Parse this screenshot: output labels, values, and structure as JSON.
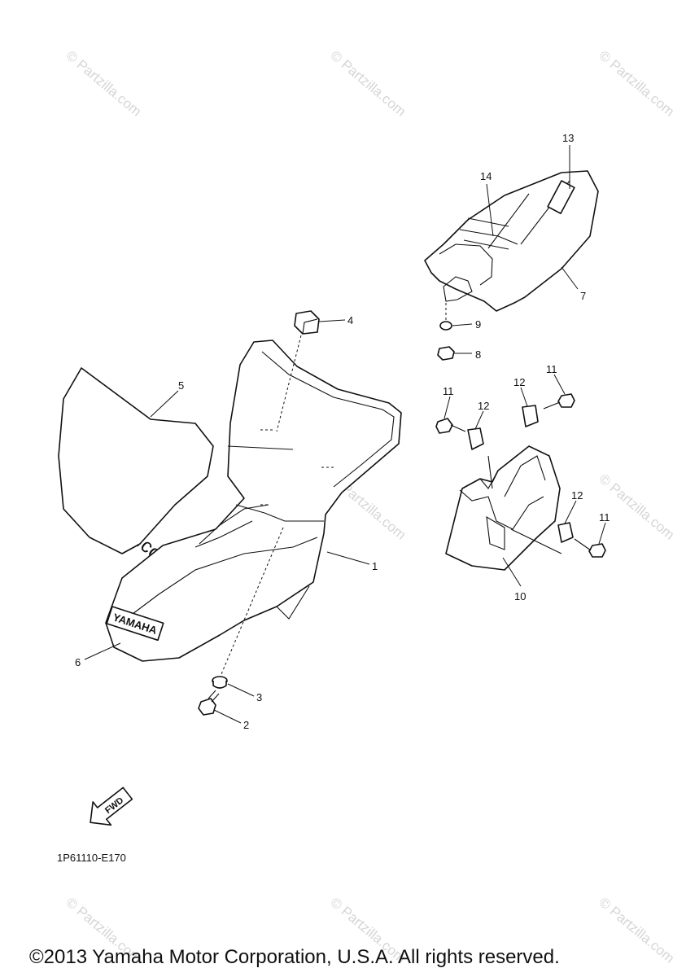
{
  "callouts": {
    "c1": "1",
    "c2": "2",
    "c3": "3",
    "c4": "4",
    "c5": "5",
    "c6": "6",
    "c7": "7",
    "c8": "8",
    "c9": "9",
    "c10": "10",
    "c11a": "11",
    "c11b": "11",
    "c11c": "11",
    "c12a": "12",
    "c12b": "12",
    "c12c": "12",
    "c13": "13",
    "c14": "14"
  },
  "emblem_text": "YAMAHA",
  "fwd_label": "FWD",
  "watermark": "© Partzilla.com",
  "diagram_code": "1P61110-E170",
  "copyright": "©2013 Yamaha Motor Corporation, U.S.A. All rights reserved."
}
